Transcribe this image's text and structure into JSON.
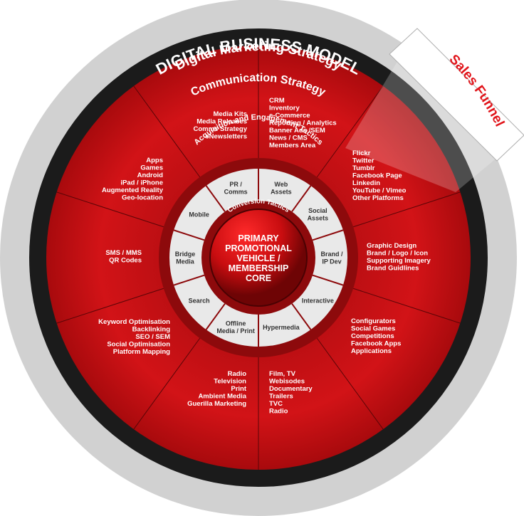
{
  "titles": {
    "outer": "DIGITAL BUSINESS MODEL",
    "strategy": "Digital Marketing Strategy",
    "communication": "Communication Strategy",
    "acquisition": "Acquisition and Engagement Tactics",
    "conversion": "Conversion Tactics",
    "funnel": "Sales Funnel"
  },
  "core": {
    "lines": [
      "PRIMARY",
      "PROMOTIONAL",
      "VEHICLE /",
      "MEMBERSHIP",
      "CORE"
    ]
  },
  "tactics": [
    {
      "id": "web-assets",
      "lines": [
        "Web",
        "Assets"
      ]
    },
    {
      "id": "social-assets",
      "lines": [
        "Social",
        "Assets"
      ]
    },
    {
      "id": "brand-ip-dev",
      "lines": [
        "Brand /",
        "IP Dev"
      ]
    },
    {
      "id": "interactive",
      "lines": [
        "Interactive"
      ]
    },
    {
      "id": "hypermedia",
      "lines": [
        "Hypermedia"
      ]
    },
    {
      "id": "offline-media-print",
      "lines": [
        "Offline",
        "Media / Print"
      ]
    },
    {
      "id": "search",
      "lines": [
        "Search"
      ]
    },
    {
      "id": "bridge-media",
      "lines": [
        "Bridge",
        "Media"
      ]
    },
    {
      "id": "mobile",
      "lines": [
        "Mobile"
      ]
    },
    {
      "id": "pr-comms",
      "lines": [
        "PR /",
        "Comms"
      ]
    }
  ],
  "segments": [
    {
      "id": "crm",
      "lines": [
        "CRM",
        "Inventory",
        "e-Commerce",
        "Reporting / Analytics",
        "Banner Ads /SEM",
        "News / CMS",
        "Members Area"
      ]
    },
    {
      "id": "social-platforms",
      "lines": [
        "Flickr",
        "Twitter",
        "Tumblr",
        "Facebook Page",
        "Linkedin",
        "YouTube / Vimeo",
        "Other Platforms"
      ]
    },
    {
      "id": "brand-design",
      "lines": [
        "Graphic Design",
        "Brand / Logo / Icon",
        "Supporting Imagery",
        "Brand Guidlines"
      ]
    },
    {
      "id": "interactive-apps",
      "lines": [
        "Configurators",
        "Social Games",
        "Competitions",
        "Facebook Apps",
        "Applications"
      ]
    },
    {
      "id": "video",
      "lines": [
        "Film, TV",
        "Webisodes",
        "Documentary",
        "Trailers",
        "TVC",
        "Radio"
      ]
    },
    {
      "id": "offline",
      "lines": [
        "Radio",
        "Television",
        "Print",
        "Ambient Media",
        "Guerilla Marketing"
      ]
    },
    {
      "id": "search-seo",
      "lines": [
        "Keyword Optimisation",
        "Backlinking",
        "SEO / SEM",
        "Social Optimisation",
        "Platform Mapping"
      ]
    },
    {
      "id": "sms",
      "lines": [
        "SMS / MMS",
        "QR Codes"
      ]
    },
    {
      "id": "mobile-apps",
      "lines": [
        "Apps",
        "Games",
        "Android",
        "iPad / iPhone",
        "Augmented Reality",
        "Geo-location"
      ]
    },
    {
      "id": "media-kits",
      "lines": [
        "Media Kits",
        "Media Releases",
        "Comms Strategy",
        "eNewsletters"
      ]
    }
  ],
  "colors": {
    "outer_ring": "#d1d1d1",
    "dark_ring": "#1b1b1b",
    "red": "#d01014",
    "dark_red": "#8a0608",
    "tactic_ring": "#e9e9e9",
    "funnel_text": "#e1151b"
  }
}
